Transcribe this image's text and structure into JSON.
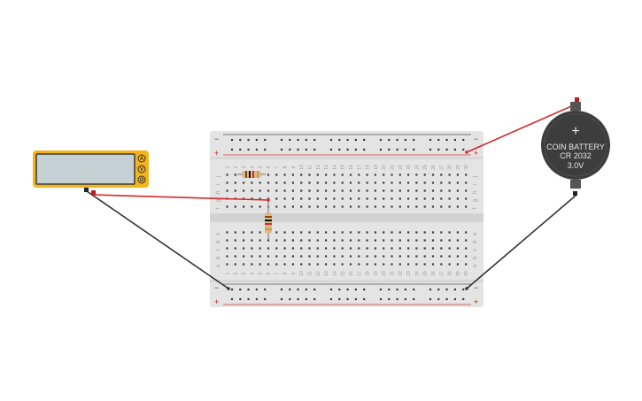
{
  "multimeter": {
    "display_value": "",
    "mode_buttons": [
      "A",
      "V",
      "Ω"
    ],
    "colors": {
      "body": "#f4b41a",
      "screen": "#c5d1d5"
    }
  },
  "battery": {
    "line1": "COIN BATTERY",
    "line2": "CR 2032",
    "line3": "3.0V",
    "plus_symbol": "+",
    "colors": {
      "body": "#3d3d3d",
      "text": "#e6e6e6"
    }
  },
  "breadboard": {
    "columns": 30,
    "top_rows": [
      "j",
      "i",
      "h",
      "g",
      "f"
    ],
    "bottom_rows": [
      "e",
      "d",
      "c",
      "b",
      "a"
    ],
    "rail_plus": "+",
    "rail_minus": "−",
    "colors": {
      "board": "#e4e4e4",
      "hole": "#3a3a3a",
      "rail_red": "#d63a3a",
      "rail_dark": "#555555"
    }
  },
  "wires": {
    "colors": {
      "red": "#d42a2a",
      "black": "#333333"
    }
  },
  "resistors": [
    {
      "name": "resistor-1",
      "bands": [
        "#8b4513",
        "#111111",
        "#d42a2a",
        "#c8a040"
      ]
    },
    {
      "name": "resistor-2",
      "bands": [
        "#8b4513",
        "#111111",
        "#d42a2a",
        "#c8a040"
      ]
    }
  ]
}
